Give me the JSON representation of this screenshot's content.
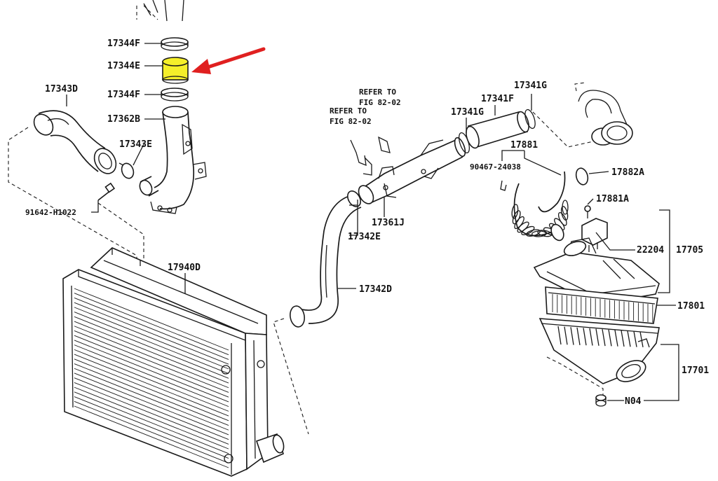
{
  "colors": {
    "highlight": "#f5ef2a",
    "arrow": "#e02020",
    "ink": "#1a1a1a"
  },
  "parts": {
    "p17344F_top": "17344F",
    "p17344E": "17344E",
    "p17344F_bottom": "17344F",
    "p17343D": "17343D",
    "p17362B": "17362B",
    "p17343E": "17343E",
    "p91642": "91642-H1022",
    "p17940D": "17940D",
    "p17342E": "17342E",
    "p17361J": "17361J",
    "p17342D": "17342D",
    "p17341G_a": "17341G",
    "p17341F": "17341F",
    "p17341G_b": "17341G",
    "p17881": "17881",
    "p90467": "90467-24038",
    "p17882A": "17882A",
    "p17881A": "17881A",
    "p22204": "22204",
    "p17705": "17705",
    "p17801": "17801",
    "p17701": "17701",
    "pN04": "N04"
  },
  "notes": {
    "refer1_line1": "REFER TO",
    "refer1_line2": "FIG 82-02",
    "refer2_line1": "REFER TO",
    "refer2_line2": "FIG 82-02"
  }
}
